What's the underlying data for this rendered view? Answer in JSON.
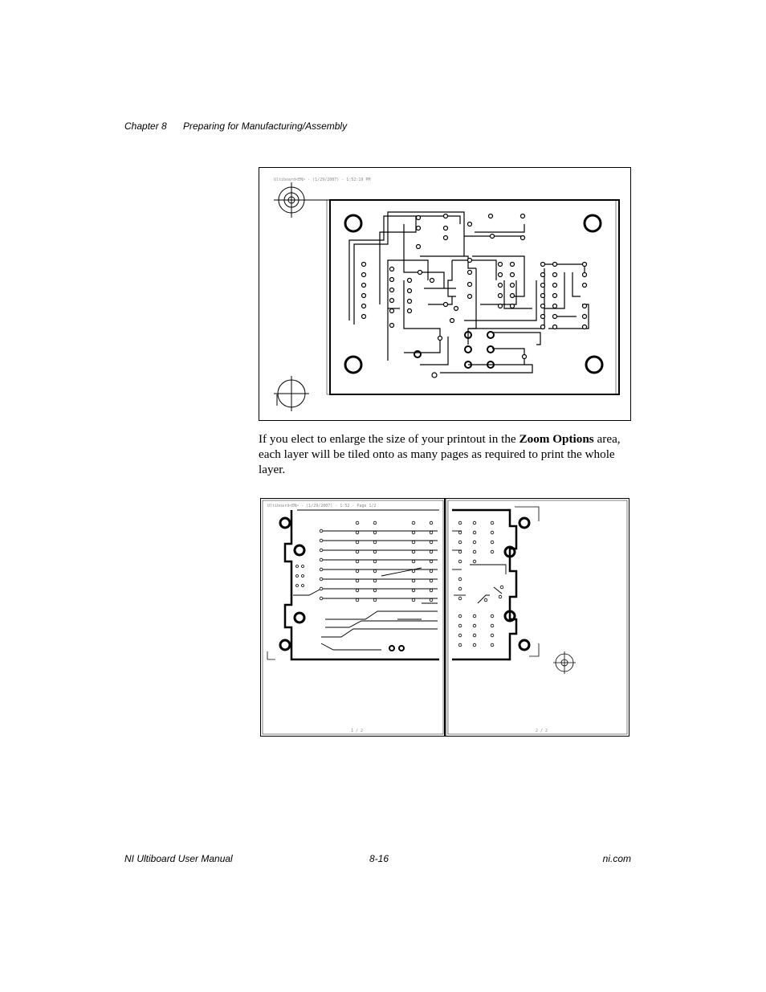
{
  "header": {
    "chapter": "Chapter 8",
    "title": "Preparing for Manufacturing/Assembly"
  },
  "figure1": {
    "caption_stamp": "Ultiboard<EN> - (1/29/2007) - 1:52:19 PM"
  },
  "paragraph": {
    "before": "If you elect to enlarge the size of your printout in the ",
    "bold": "Zoom Options",
    "after": " area, each layer will be tiled onto as many pages as required to print the whole layer."
  },
  "figure2": {
    "left_page_stamp": "Ultiboard<EN> - (1/29/2007) - 1:52 - Page 1/2",
    "left_page_number": "1 / 2",
    "right_page_number": "2 / 2"
  },
  "footer": {
    "manual": "NI Ultiboard User Manual",
    "page": "8-16",
    "site": "ni.com"
  }
}
